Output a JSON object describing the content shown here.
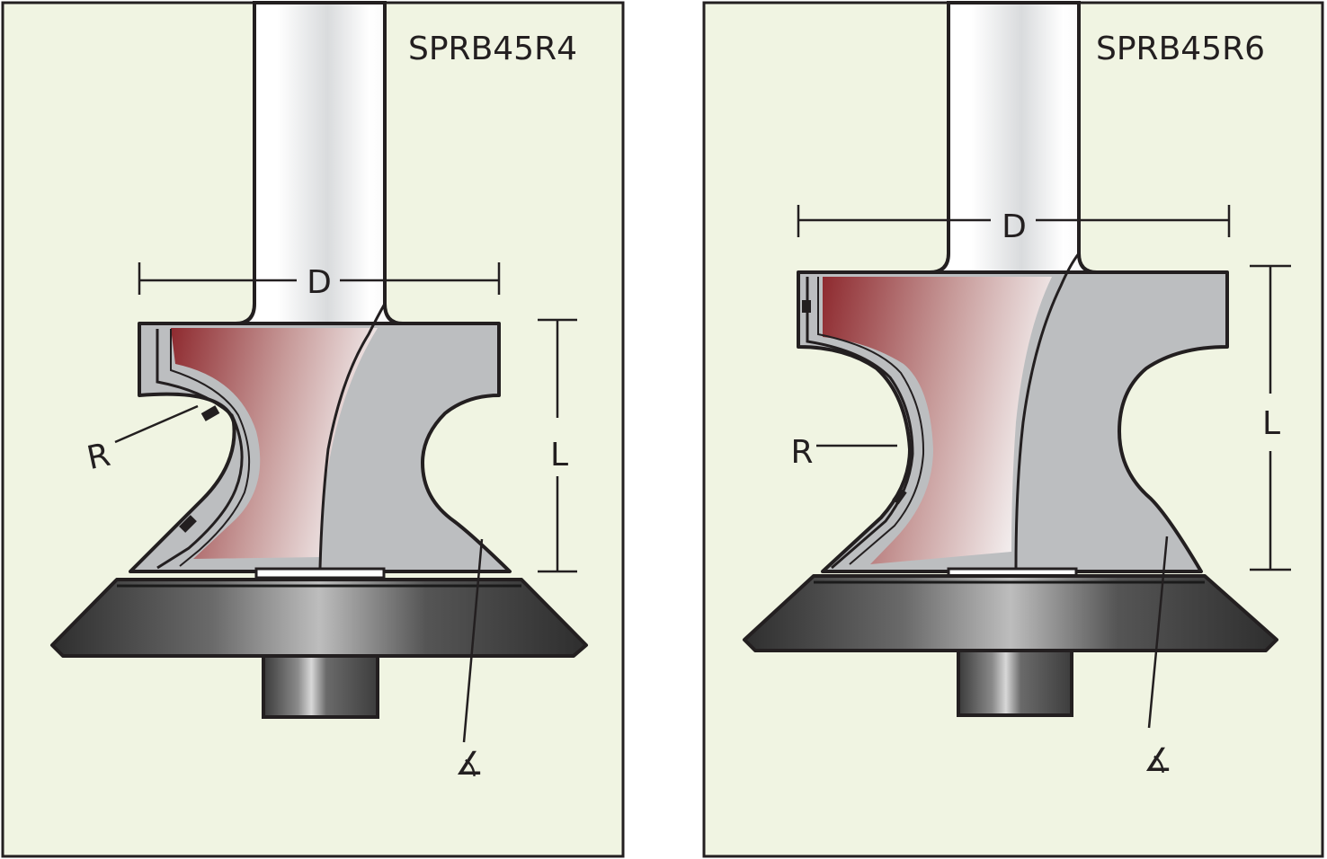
{
  "colors": {
    "panel_bg": "#f0f4e2",
    "outline": "#231f20",
    "cutter_red": "#9b3434",
    "body_grey": "#bcbec0",
    "bearing_dark": "#4a4a4a"
  },
  "panels": [
    {
      "code": "SPRB45R4",
      "dims": {
        "diameter": "D",
        "length": "L",
        "radius": "R",
        "angle": "∡"
      }
    },
    {
      "code": "SPRB45R6",
      "dims": {
        "diameter": "D",
        "length": "L",
        "radius": "R",
        "angle": "∡"
      }
    }
  ]
}
